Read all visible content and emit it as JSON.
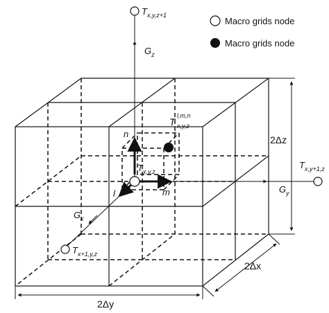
{
  "legend": {
    "open_node_label": "Macro grids node",
    "filled_node_label": "Macro grids node"
  },
  "nodes": {
    "top_base": "T",
    "top_sub": "x,y,z+1",
    "right_base": "T",
    "right_sub": "x,y+1,z",
    "left_base": "T",
    "left_sub": "x+1,y,z",
    "center_base": "T",
    "center_sub": "x,y,z",
    "micro_base": "T",
    "micro_sub": "x,y,z",
    "micro_sup": "l,m,n"
  },
  "axes": {
    "gz_base": "G",
    "gz_sub": "z",
    "gy_base": "G",
    "gy_sub": "y",
    "gx_base": "G",
    "gx_sub": "x",
    "l_label": "l",
    "m_label": "m",
    "n_label": "n"
  },
  "dimensions": {
    "dz": "2Δz",
    "dx": "2Δx",
    "dy": "2Δy"
  },
  "colors": {
    "stroke": "#111111",
    "background": "#ffffff"
  }
}
